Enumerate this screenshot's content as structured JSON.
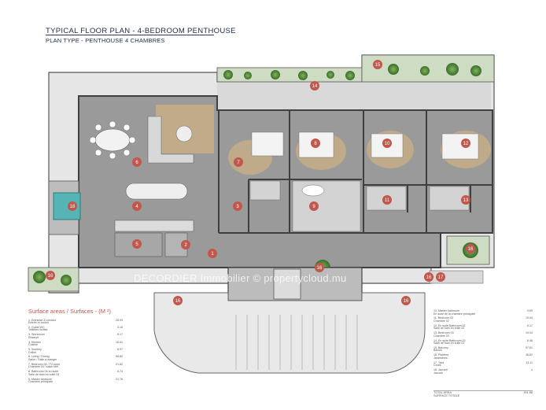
{
  "header": {
    "title": "TYPICAL FLOOR PLAN - 4-BEDROOM PENTHOUSE",
    "subtitle": "PLAN TYPE - PENTHOUSE 4 CHAMBRES"
  },
  "watermark": "DECORDIER Immobilier © propertycloud.mu",
  "colors": {
    "floor": "#9c9c9c",
    "wall": "#4a4a4a",
    "wood": "#c9ae85",
    "pool": "#56b4b4",
    "green": "#4f8a3a",
    "marker": "#c0584e",
    "pale": "#dedede"
  },
  "markers": [
    "1",
    "2",
    "3",
    "4",
    "5",
    "6",
    "7",
    "8",
    "9",
    "10",
    "11",
    "12",
    "13",
    "14",
    "15",
    "16",
    "16",
    "16",
    "16",
    "16",
    "16",
    "17",
    "18"
  ],
  "legend_left": {
    "heading": "Surface areas /    Surfaces    - (M ²)",
    "items": [
      {
        "label": "1. Entrance & corridor\nEntrée et couloir",
        "value": "28.93"
      },
      {
        "label": "2. Guest WC\nToilettes invités",
        "value": "3.16"
      },
      {
        "label": "3. Storeroom\nRéserve",
        "value": "6.17"
      },
      {
        "label": "4. Kitchen\nCuisine",
        "value": "18.01"
      },
      {
        "label": "5. Scullery\nCellier",
        "value": "8.97"
      },
      {
        "label": "6. Living / Dining\nSalon / Salle à manger",
        "value": "65.82"
      },
      {
        "label": "7. Bedroom 04 / TV room\nChambre 04 / salon télé",
        "value": "21.82"
      },
      {
        "label": "8. Bathroom 04 en suite\nSalle de bain en suite 04",
        "value": "6.74"
      },
      {
        "label": "9. Master bedroom\nChambre principale",
        "value": "21.76"
      }
    ]
  },
  "legend_right": {
    "items": [
      {
        "label": "10. Master bathroom\nEn suite de la chambre principale",
        "value": "9.69"
      },
      {
        "label": "11. Bedroom 02\nChambre 02",
        "value": "19.04"
      },
      {
        "label": "12. En suite Bathroom 02\nSalle de bain en suite 02",
        "value": "6.17"
      },
      {
        "label": "13. Bedroom 03\nChambre 03",
        "value": "19.04"
      },
      {
        "label": "14. En suite Bathroom 03\nSalle de bain en suite 03",
        "value": "6.48"
      },
      {
        "label": "15. Balcony\nBalcon",
        "value": "97.61"
      },
      {
        "label": "16. Planters\nJardinières",
        "value": "36.82"
      },
      {
        "label": "17. Yard\nCours",
        "value": "13.11"
      },
      {
        "label": "18. Jacuzzi\nJacuzzi",
        "value": "4"
      }
    ],
    "total_label": "TOTAL AREA\nSURFACE TOTALE",
    "total_value": "391.88"
  }
}
